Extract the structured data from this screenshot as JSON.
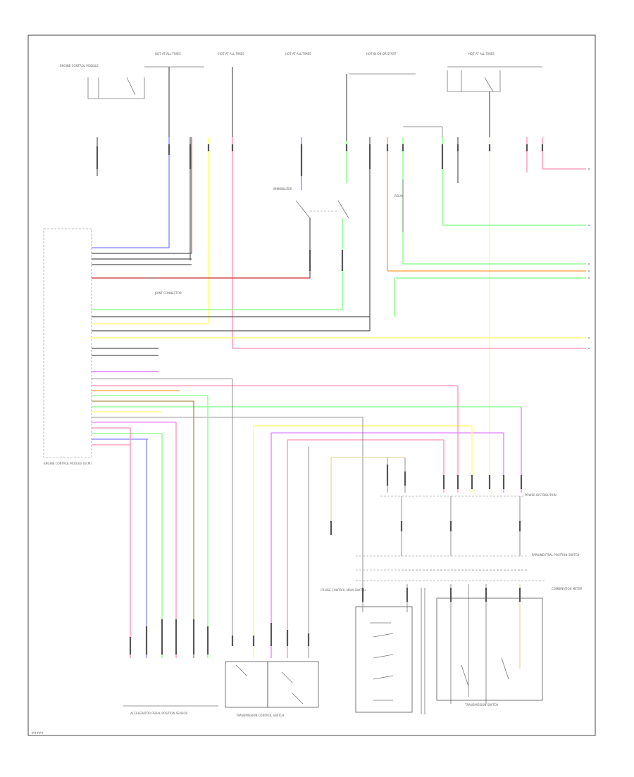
{
  "page_code": "#####",
  "labels": {
    "top_power_1": "HOT AT ALL TIMES",
    "top_power_2": "HOT AT ALL TIMES",
    "top_power_3": "HOT AT ALL TIMES",
    "top_power_4": "HOT IN ON OR START",
    "top_power_5": "HOT AT ALL TIMES",
    "left_component": "ENGINE CONTROL MODULE",
    "immobilizer": "IMMOBILIZER",
    "junction_relay": "RELAY",
    "ecm": "ENGINE CONTROL MODULE (ECM)",
    "joint_connector": "JOINT CONNECTOR",
    "bottom_sensor": "ACCELERATOR PEDAL POSITION SENSOR",
    "bottom_switch": "TRANSMISSION CONTROL SWITCH",
    "bottom_right_switch": "TRANSMISSION SWITCH",
    "right_module": "POWER DISTRIBUTION",
    "cruise_main": "CRUISE CONTROL MAIN SWITCH",
    "combination_meter": "COMBINATION METER",
    "park_neutral": "PARK/NEUTRAL POSITION SWITCH"
  },
  "wire_colors": {
    "blue": "#7f7fff",
    "red": "#d94b4b",
    "yellow": "#ffff66",
    "pink": "#ff8fb0",
    "green": "#80ff80",
    "orange": "#ff9a3c",
    "violet": "#e07fff",
    "brown": "#b08a4a",
    "gray": "#888888",
    "tan": "#e9d9a0",
    "black": "#555555"
  }
}
